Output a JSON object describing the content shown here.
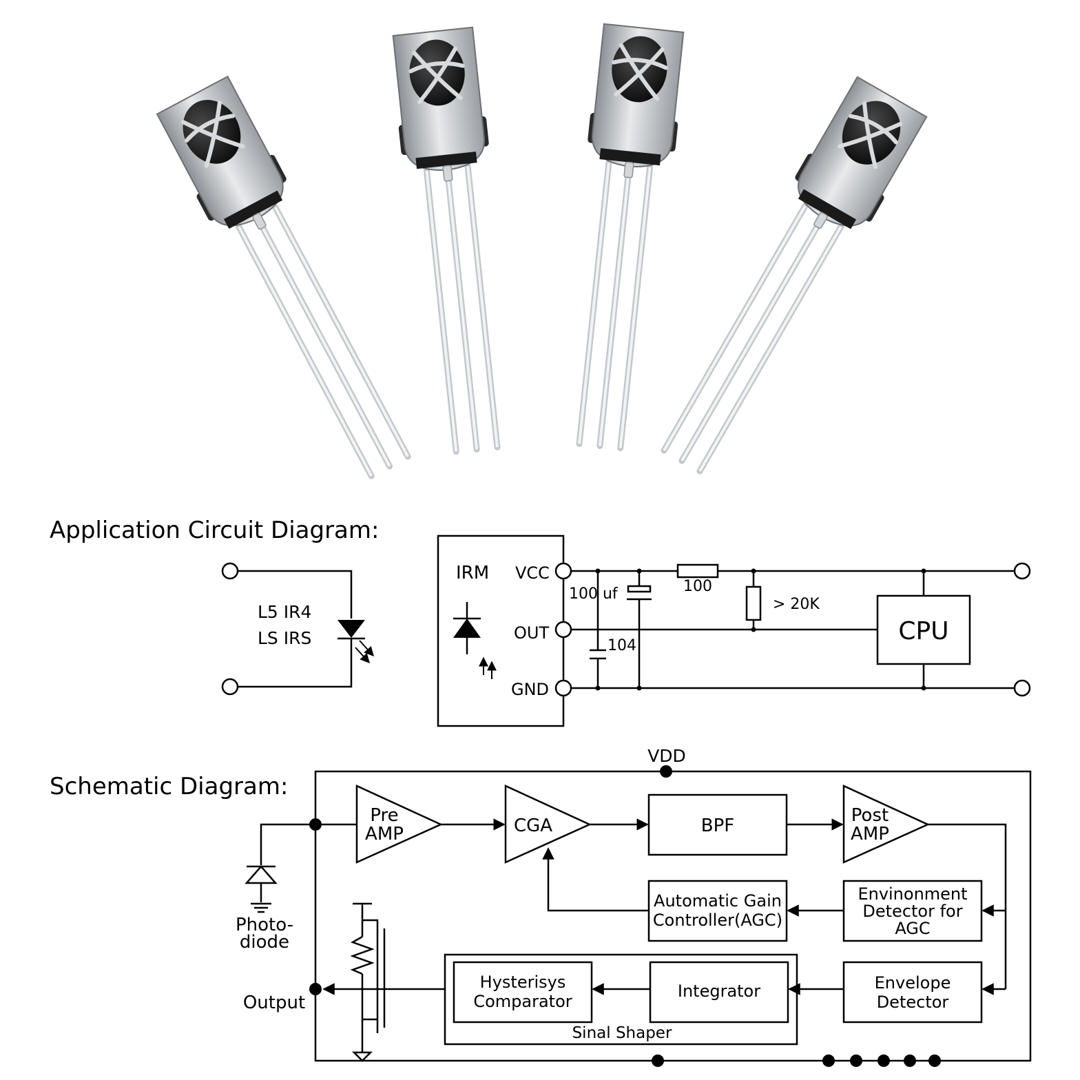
{
  "photo": {
    "subject": "IR receiver modules",
    "count": 4,
    "colors": {
      "housing": "#c9ccd0",
      "lens": "#141414",
      "lead": "#e2e4e7"
    }
  },
  "application": {
    "title": "Application Circuit Diagram:",
    "emitter_label_1": "L5 IR4",
    "emitter_label_2": "LS IRS",
    "module_name": "IRM",
    "pin_vcc": "VCC",
    "pin_out": "OUT",
    "pin_gnd": "GND",
    "cap_electrolytic": "100 uf",
    "cap_ceramic": "104",
    "resistor_series": "100",
    "resistor_pullup": "> 20K",
    "cpu": "CPU"
  },
  "schematic": {
    "title": "Schematic Diagram:",
    "vdd": "VDD",
    "photodiode_1": "Photo-",
    "photodiode_2": "diode",
    "output": "Output",
    "pre_amp_1": "Pre",
    "pre_amp_2": "AMP",
    "cga": "CGA",
    "bpf": "BPF",
    "post_amp_1": "Post",
    "post_amp_2": "AMP",
    "agc_1": "Automatic Gain",
    "agc_2": "Controller(AGC)",
    "env_agc_1": "Envinonment",
    "env_agc_2": "Detector for",
    "env_agc_3": "AGC",
    "envelope_1": "Envelope",
    "envelope_2": "Detector",
    "integrator": "Integrator",
    "hyst_1": "Hysterisys",
    "hyst_2": "Comparator",
    "shaper": "Sinal Shaper"
  }
}
